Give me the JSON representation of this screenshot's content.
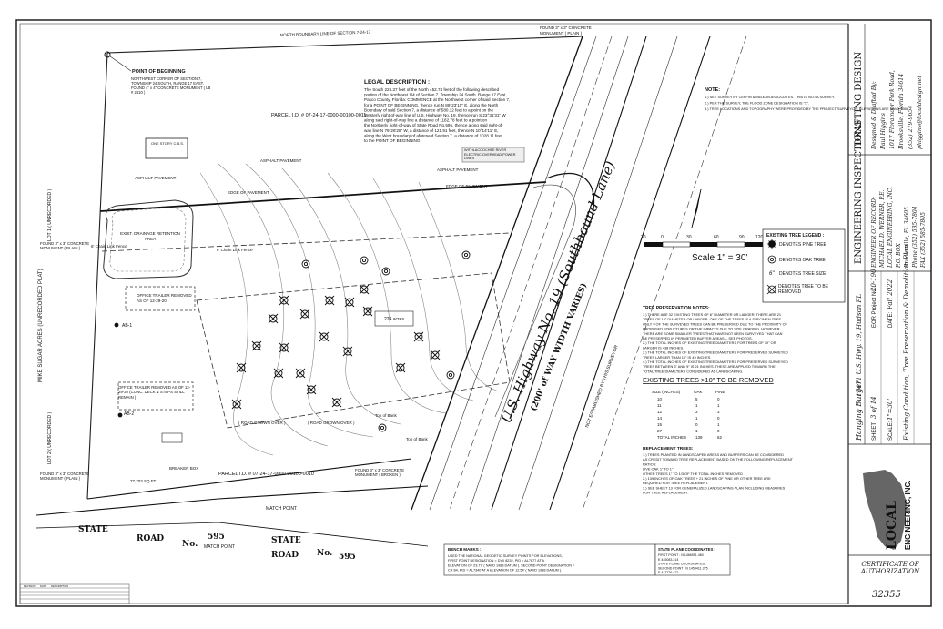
{
  "sheet": {
    "legal_description_title": "LEGAL DESCRIPTION :",
    "legal_description_lines": [
      "The South 226.37 feet of the North 452.74 feet of the following described",
      "portion of the Northeast 1/4 of Section 7, Township 24 South, Range 17 East,",
      "Pasco County, Florida: COMMENCE at the Northwest corner of said Section 7,",
      "for a POINT OF BEGINNING, thence run N 89°23'10\" E, along the North",
      "Boundary of said Section 7, a distance of 580.12 feet to a point on the",
      "Westerly right-of-way line of U.S. Highway No. 19, thence run S 23°31'31\" W",
      "along said right-of-way line a distance of 1182.78 feet to a point on",
      "the Northerly right-of-way of State Road No.595, thence along said right-of-",
      "way line N 79°26'28\" W, a distance of 121.91 feet, thence N 10°14'11\" E,",
      "along the West boundary of aforesaid Section 7, a distance of 1028.11 feet",
      "to the POINT OF BEGINNING"
    ],
    "labels": {
      "point_of_beginning": "POINT OF BEGINNING",
      "nw_corner": "NORTHWEST CORNER OF SECTION 7, TOWNSHIP 24 SOUTH, RANGE 17 EAST. FOUND 4\" x 4\" CONCRETE MONUMENT ( LB # 2610 )",
      "north_boundary": "NORTH BOUNDARY LINE OF SECTION 7-24-17",
      "parcel_north": "PARCEL I.D. # 07-24-17-0000-00100-0011",
      "parcel_south": "PARCEL I.D. # 07-24-17-0000-00100-0010",
      "one_story": "ONE STORY C.B.S.",
      "asphalt_pavement": "ASPHALT PAVEMENT",
      "edge_of_pavement": "EDGE OF PAVEMENT",
      "retention": "EXIST. DRAINAGE RETENTION AREA",
      "chain_link": "6' Chain Link Fence",
      "office_trailer_1": "OFFICE TRAILER REMOVED AS OF 12-29-20",
      "office_trailer_2": "OFFICE TRAILER REMOVED AS OF 12-29-20 (CONC. DECK & STEPS STILL REMAIN )",
      "found_monument_west": "FOUND 3\" x 3\" CONCRETE MONUMENT ( PLAIN )",
      "found_monument_top": "FOUND 3\" x 3\" CONCRETE MONUMENT ( PLAIN )",
      "found_monument_broken": "FOUND 3\" x 3\" CONCRETE MONUMENT ( BROKEN )",
      "found_monument_sw": "FOUND 3\" x 3\" CONCRETE MONUMENT ( PLAIN )",
      "lot1": "LOT 1 ( UNRECORDED )",
      "lot2": "LOT 2 ( UNRECORDED )",
      "mike_sugar": "MIKE SUGAR ACRES (UNRECORDED PLAT)",
      "highway": "U.S. Highway No. 19 (Southbound Lane)",
      "row_varies": "(200' of WAY WIDTH VARIES)",
      "not_established": "NOT ESTABLISHED BY THIS SURVEYOR",
      "state_road_1": "STATE",
      "road_1": "ROAD",
      "no_1": "No.",
      "sr_num_1": "595",
      "state_road_2": "STATE",
      "road_2": "ROAD",
      "no_2": "No.",
      "sr_num_2": "595",
      "match_point_1": "MATCH POINT",
      "match_point_2": "MATCH POINT",
      "breaker_box": "BREAKER BOX",
      "ab1": "AB-1",
      "ab2": "AB-2",
      "wellnp": "WITHLACOOCHEE RIVER ELECTRIC OVERHEAD POWER LINES",
      "acreage": "224 acres",
      "area_sqft": "77,703 SQ.FT.",
      "top_of_bank": "Top of Bank",
      "road_grown_over": "( ROAD GROWN OVER )"
    },
    "notes_title": "NOTE:",
    "notes": [
      "1.) SEE SURVEY BY CEFFIN & McLEAN ASSOCIATES. THIS IS NOT A SURVEY.",
      "2.) PER THE SURVEY, THE FLOOD ZONE DESIGNATION IS \"X\".",
      "3.) TREE LOCATIONS AND TOPOGRAPHY WERE PROVIDED BY THE PROJECT SURVEYOR. ELEVATIONS ARE NAVD 1988."
    ],
    "legend": {
      "title": "EXISTING TREE LEGEND :",
      "pine": "DENOTES PINE TREE",
      "oak": "DENOTES OAK TREE",
      "size": "DENOTES TREE SIZE",
      "removed": "DENOTES TREE TO BE REMOVED"
    },
    "scale": {
      "label": "Scale 1\" = 30'",
      "ticks": [
        "30",
        "0",
        "30",
        "60",
        "90",
        "120"
      ]
    },
    "tree_notes_title": "TREE PRESERVATION NOTES:",
    "tree_notes": [
      "1.) THERE ARE 32 EXISTING TREES OF 6\" DIAMETER OR LARGER. THERE ARE 21",
      "TREES OF 10\" DIAMETER OR LARGER. ONE OF THE TREES IS A SPECIMEN TREE.",
      "ONLY 9 OF THE SURVEYED TREES CAN BE PRESERVED DUE TO THE PROXIMITY OF",
      "PROPOSED STRUCTURES OR THE IMPACTS DUE TO SITE GRADING. HOWEVER,",
      "THERE ARE SOME SMALLER TREES THAT HAVE NOT BEEN SURVEYED THAT CAN",
      "BE PRESERVED IN PERIMETER BUFFER AREAS -- SEE PHOTOS.",
      "2.) THE TOTAL INCHES OF EXISTING TREE DIAMETERS FOR TREES OF 10\" OR",
      "LARGER IS 438 INCHES.",
      "3.) THE TOTAL INCHES OF EXISTING TREE DIAMETERS FOR PRESERVED SURVEYED",
      "TREES LARGER THAN 10\" IS 49 INCHES.",
      "4.) THE TOTAL INCHES OF EXISTING TREE DIAMETERS FOR PRESERVED SURVEYED",
      "TREES BETWEEN 6\" AND 9\" IS 21 INCHES. THESE ARE APPLIED TOWARD THE",
      "TOTAL TREE DIAMETERS CONSIDERED AS LANDSCAPING."
    ],
    "removed_table": {
      "title": "EXISTING TREES >10\" TO BE REMOVED",
      "headers": [
        "SIZE (INCHES)",
        "OAK",
        "PINE"
      ],
      "rows": [
        [
          "10",
          "5",
          "0"
        ],
        [
          "11",
          "1",
          "1"
        ],
        [
          "12",
          "3",
          "3"
        ],
        [
          "14",
          "1",
          "0"
        ],
        [
          "15",
          "0",
          "1"
        ],
        [
          "27",
          "1",
          "0"
        ],
        [
          "TOTAL INCHES",
          "139",
          "62"
        ]
      ]
    },
    "replacement_title": "REPLACEMENT TREES:",
    "replacement_notes": [
      "1.) TREES PLANTED IN LANDSCAPED AREAS AND BUFFERS CAN BE CONSIDERED",
      "AS CREDIT TOWARD TREE REPLACEMENT BASED ON THE FOLLOWING REPLACEMENT",
      "RATIOS:",
      "LIVE OAK 1\" TO 1\"",
      "OTHER TREES 1\" TO 1/3 OF THE TOTAL INCHES REMOVED",
      "2.) 139 INCHES OF OAK TREES + 21 INCHES OF PINE OR OTHER TREE ARE",
      "REQUIRED FOR TREE REPLACEMENT.",
      "3.) SEE SHEET 13 FOR GENERALIZED LANDSCAPING PLAN INCLUDING MEASURES",
      "FOR TREE REPLACEMENT."
    ],
    "benchmarks_title": "BENCH MARKS :",
    "benchmarks": [
      "USED THE NATIONAL GEODETIC SURVEY POINTS FOR ELEVATIONS,",
      "FIRST POINT DESIGNATION = DY0 8232, PID = AL7677 AT A",
      "ELEVATION OF 23.77' ( NAVD 1988 DATUM ). SECOND POINT DESIGNATION =",
      "CR 84, PID = AL7340 AT A ELEVATION OF 12.54' ( NAVD 1988 DATUM )."
    ],
    "state_plane_title": "STATE PLANE COORDINATES :",
    "state_plane": [
      "FIRST POINT : N 1466951.460",
      "E 445083.214",
      "STATE PLANE COORDINATES :",
      "SECOND POINT : N 1459411.375",
      "E 447726.422"
    ],
    "revision_headers": [
      "REVISION",
      "DATE",
      "DESCRIPTION"
    ]
  },
  "title_block": {
    "drafting_header": "DRAFTING DESIGN",
    "drafting_lines": [
      "Designed & Drafted By:",
      "Paul Higgins",
      "1017 Floramoor Park Road,",
      "Brooksville, Florida 34614",
      "(352) 279-9654",
      "phiggins@localdesign.net"
    ],
    "engineering_header": "ENGINEERING INSPECTIONS",
    "engineering_lines": [
      "ENGINEER OF RECORD:",
      "MICHAEL D. WERNER, P.E.",
      "LOCAL ENGINEERING, INC.",
      "P.O. BOX",
      "Brooksville, FL 34605",
      "Phone (352) 585-7804",
      "FAX (352) 585-7805"
    ],
    "project_name": "Hanging Burger",
    "project_address": "17471 U.S. Hwy. 19, Hudson FL",
    "project_no_label": "EOR Project No.:",
    "project_no": "20-190",
    "date_label": "DATE:",
    "date": "Fall 2022",
    "sheet_label": "SHEET",
    "sheet": "3 of 14",
    "scale_label": "SCALE:",
    "scale": "1\"=30'",
    "sheet_title": "Existing Condition, Tree Preservation & Demolition Plan",
    "company_line1": "LOCAL",
    "company_line2": "ENGINEERING, INC.",
    "certificate_label": "CERTIFICATE OF AUTHORIZATION",
    "certificate_no": "32355"
  }
}
